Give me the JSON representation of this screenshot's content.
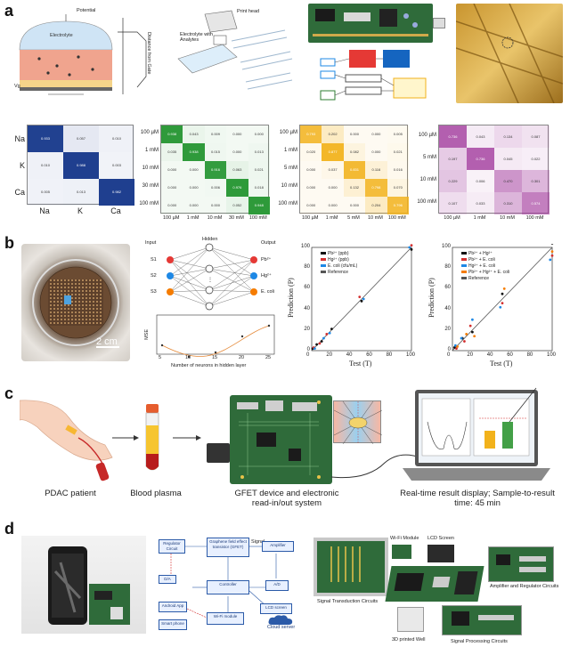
{
  "panels": {
    "a": {
      "letter": "a",
      "cross_section": {
        "potential_label": "Potential",
        "electrolyte_label": "Electrolyte",
        "distance_label": "Distance from Gate",
        "vg_label": "Vg"
      },
      "print_head_label": "Print head",
      "electrolyte_analytes_label": "Electrolyte with Analytes",
      "matrices": [
        {
          "rows": [
            "Na",
            "K",
            "Ca"
          ],
          "cols": [
            "Na",
            "K",
            "Ca"
          ],
          "color": "#1f3f8f",
          "values": [
            [
              "0.933",
              "0.057",
              "0.010"
            ],
            [
              "0.010",
              "0.988",
              "0.003"
            ],
            [
              "0.005",
              "0.013",
              "0.982"
            ]
          ]
        },
        {
          "rows": [
            "100 µM",
            "1 mM",
            "10 mM",
            "30 mM",
            "100 mM"
          ],
          "cols": [
            "100 µM",
            "1 mM",
            "10 mM",
            "30 mM",
            "100 mM"
          ],
          "color": "#2e9a3a",
          "values": [
            [
              "0.938",
              "0.043",
              "0.009",
              "0.000",
              "0.000"
            ],
            [
              "0.035",
              "0.938",
              "0.015",
              "0.000",
              "0.013"
            ],
            [
              "0.000",
              "0.000",
              "0.916",
              "0.063",
              "0.021"
            ],
            [
              "0.000",
              "0.000",
              "0.006",
              "0.976",
              "0.018"
            ],
            [
              "0.000",
              "0.000",
              "0.000",
              "0.052",
              "0.948"
            ]
          ]
        },
        {
          "rows": [
            "100 µM",
            "1 mM",
            "5 mM",
            "10 mM",
            "100 mM"
          ],
          "cols": [
            "100 µM",
            "1 mM",
            "5 mM",
            "10 mM",
            "100 mM"
          ],
          "color": "#f2b21b",
          "values": [
            [
              "0.793",
              "0.202",
              "0.000",
              "0.000",
              "0.005"
            ],
            [
              "0.020",
              "0.877",
              "0.082",
              "0.000",
              "0.021"
            ],
            [
              "0.000",
              "0.037",
              "0.831",
              "0.116",
              "0.016"
            ],
            [
              "0.000",
              "0.000",
              "0.132",
              "0.798",
              "0.070"
            ],
            [
              "0.000",
              "0.000",
              "0.000",
              "0.204",
              "0.796"
            ]
          ]
        },
        {
          "rows": [
            "100 µM",
            "5 mM",
            "10 mM",
            "100 mM"
          ],
          "cols": [
            "100 µM",
            "1 mM",
            "10 mM",
            "100 mM"
          ],
          "color": "#a0369a",
          "values": [
            [
              "0.736",
              "0.043",
              "0.134",
              "0.087"
            ],
            [
              "0.197",
              "0.736",
              "0.045",
              "0.022"
            ],
            [
              "0.229",
              "0.006",
              "0.470",
              "0.301"
            ],
            [
              "0.107",
              "0.033",
              "0.310",
              "0.574"
            ]
          ]
        }
      ]
    },
    "b": {
      "letter": "b",
      "scale_bar": "2 cm",
      "network": {
        "input_label": "Input",
        "hidden_label": "Hidden",
        "output_label": "Output",
        "inputs": [
          "S1",
          "S2",
          "S3"
        ],
        "outputs": [
          "Pb²⁺",
          "Hg²⁺",
          "E. coli"
        ]
      },
      "mse_chart": {
        "ylabel": "MSE",
        "xlabel": "Number of neurons in hidden layer",
        "x_ticks": [
          "5",
          "10",
          "15",
          "20",
          "25"
        ]
      },
      "pred_chart_1": {
        "ylabel": "Prediction (P)",
        "xlabel": "Test (T)",
        "x_ticks": [
          "0",
          "20",
          "40",
          "60",
          "80",
          "100"
        ],
        "y_ticks": [
          "0",
          "20",
          "40",
          "60",
          "80",
          "100"
        ],
        "legend": [
          "Pb²⁺ (ppb)",
          "Hg²⁺ (ppb)",
          "E. coli (cfu/mL)",
          "Reference"
        ]
      },
      "pred_chart_2": {
        "ylabel": "Prediction (P)",
        "xlabel": "Test (T)",
        "x_ticks": [
          "0",
          "20",
          "40",
          "60",
          "80",
          "100"
        ],
        "y_ticks": [
          "0",
          "20",
          "40",
          "60",
          "80",
          "100"
        ],
        "legend": [
          "Pb²⁺ + Hg²⁺",
          "Pb²⁺ + E. coli",
          "Hg²⁺ + E. coli",
          "Pb²⁺ + Hg²⁺ + E. coli",
          "Reference"
        ]
      }
    },
    "c": {
      "letter": "c",
      "captions": {
        "patient": "PDAC patient",
        "plasma": "Blood plasma",
        "device": "GFET device and electronic read-in/out system",
        "display": "Real-time result display; Sample-to-result time: 45 min"
      }
    },
    "d": {
      "letter": "d",
      "flow": {
        "regulator": "Regulator Circuit",
        "gfet": "Graphene field effect transistor (GFET)",
        "amplifier": "Amplifier",
        "controller": "Controller",
        "ad": "A/D",
        "da": "D/A",
        "lcd": "LCD screen",
        "android": "Android App",
        "smartphone": "Smart phone",
        "wifi": "Wi-Fi module",
        "cloud": "Cloud server",
        "signal": "Signal"
      },
      "labels": {
        "wifi_module": "Wi-Fi Module",
        "lcd_screen": "LCD Screen",
        "amp_reg": "Amplifier and Regulator Circuits",
        "signal_transduction": "Signal Transduction Circuits",
        "printed_well": "3D printed Well",
        "signal_processing": "Signal Processing Circuits"
      }
    }
  }
}
